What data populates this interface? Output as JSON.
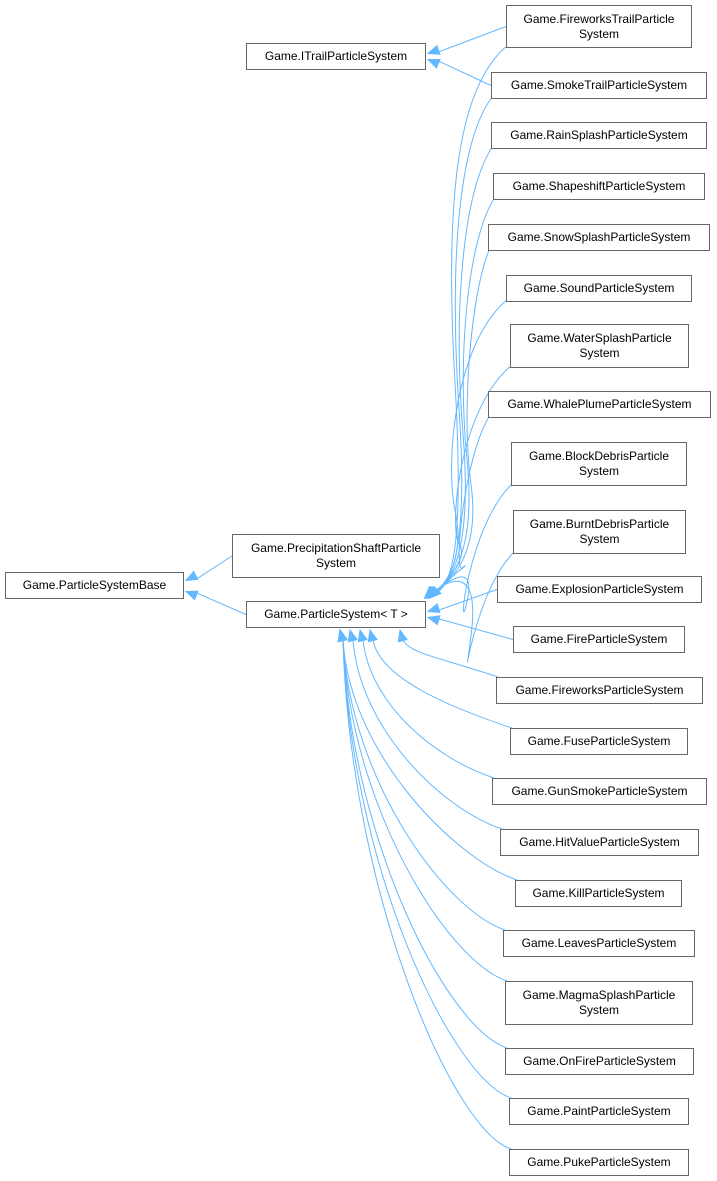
{
  "diagram": {
    "type": "class-inheritance-graph",
    "edge_color": "#63b8ff",
    "node_border_color": "#666666",
    "nodes": [
      {
        "id": "base",
        "label": "Game.ParticleSystemBase"
      },
      {
        "id": "precip",
        "label": "Game.PrecipitationShaftParticle\nSystem"
      },
      {
        "id": "ps",
        "label": "Game.ParticleSystem< T >"
      },
      {
        "id": "itrail",
        "label": "Game.ITrailParticleSystem"
      },
      {
        "id": "fwtrail",
        "label": "Game.FireworksTrailParticle\nSystem"
      },
      {
        "id": "smoketrail",
        "label": "Game.SmokeTrailParticleSystem"
      },
      {
        "id": "rain",
        "label": "Game.RainSplashParticleSystem"
      },
      {
        "id": "shapeshift",
        "label": "Game.ShapeshiftParticleSystem"
      },
      {
        "id": "snow",
        "label": "Game.SnowSplashParticleSystem"
      },
      {
        "id": "sound",
        "label": "Game.SoundParticleSystem"
      },
      {
        "id": "water",
        "label": "Game.WaterSplashParticle\nSystem"
      },
      {
        "id": "whale",
        "label": "Game.WhalePlumeParticleSystem"
      },
      {
        "id": "block",
        "label": "Game.BlockDebrisParticle\nSystem"
      },
      {
        "id": "burnt",
        "label": "Game.BurntDebrisParticle\nSystem"
      },
      {
        "id": "explosion",
        "label": "Game.ExplosionParticleSystem"
      },
      {
        "id": "fire",
        "label": "Game.FireParticleSystem"
      },
      {
        "id": "fireworks",
        "label": "Game.FireworksParticleSystem"
      },
      {
        "id": "fuse",
        "label": "Game.FuseParticleSystem"
      },
      {
        "id": "gunsmoke",
        "label": "Game.GunSmokeParticleSystem"
      },
      {
        "id": "hitvalue",
        "label": "Game.HitValueParticleSystem"
      },
      {
        "id": "kill",
        "label": "Game.KillParticleSystem"
      },
      {
        "id": "leaves",
        "label": "Game.LeavesParticleSystem"
      },
      {
        "id": "magma",
        "label": "Game.MagmaSplashParticle\nSystem"
      },
      {
        "id": "onfire",
        "label": "Game.OnFireParticleSystem"
      },
      {
        "id": "paint",
        "label": "Game.PaintParticleSystem"
      },
      {
        "id": "puke",
        "label": "Game.PukeParticleSystem"
      }
    ],
    "edges": [
      {
        "from": "precip",
        "to": "base"
      },
      {
        "from": "ps",
        "to": "base"
      },
      {
        "from": "fwtrail",
        "to": "itrail"
      },
      {
        "from": "smoketrail",
        "to": "itrail"
      },
      {
        "from": "fwtrail",
        "to": "ps"
      },
      {
        "from": "smoketrail",
        "to": "ps"
      },
      {
        "from": "rain",
        "to": "ps"
      },
      {
        "from": "shapeshift",
        "to": "ps"
      },
      {
        "from": "snow",
        "to": "ps"
      },
      {
        "from": "sound",
        "to": "ps"
      },
      {
        "from": "water",
        "to": "ps"
      },
      {
        "from": "whale",
        "to": "ps"
      },
      {
        "from": "block",
        "to": "ps"
      },
      {
        "from": "burnt",
        "to": "ps"
      },
      {
        "from": "explosion",
        "to": "ps"
      },
      {
        "from": "fire",
        "to": "ps"
      },
      {
        "from": "fireworks",
        "to": "ps"
      },
      {
        "from": "fuse",
        "to": "ps"
      },
      {
        "from": "gunsmoke",
        "to": "ps"
      },
      {
        "from": "hitvalue",
        "to": "ps"
      },
      {
        "from": "kill",
        "to": "ps"
      },
      {
        "from": "leaves",
        "to": "ps"
      },
      {
        "from": "magma",
        "to": "ps"
      },
      {
        "from": "onfire",
        "to": "ps"
      },
      {
        "from": "paint",
        "to": "ps"
      },
      {
        "from": "puke",
        "to": "ps"
      }
    ]
  }
}
